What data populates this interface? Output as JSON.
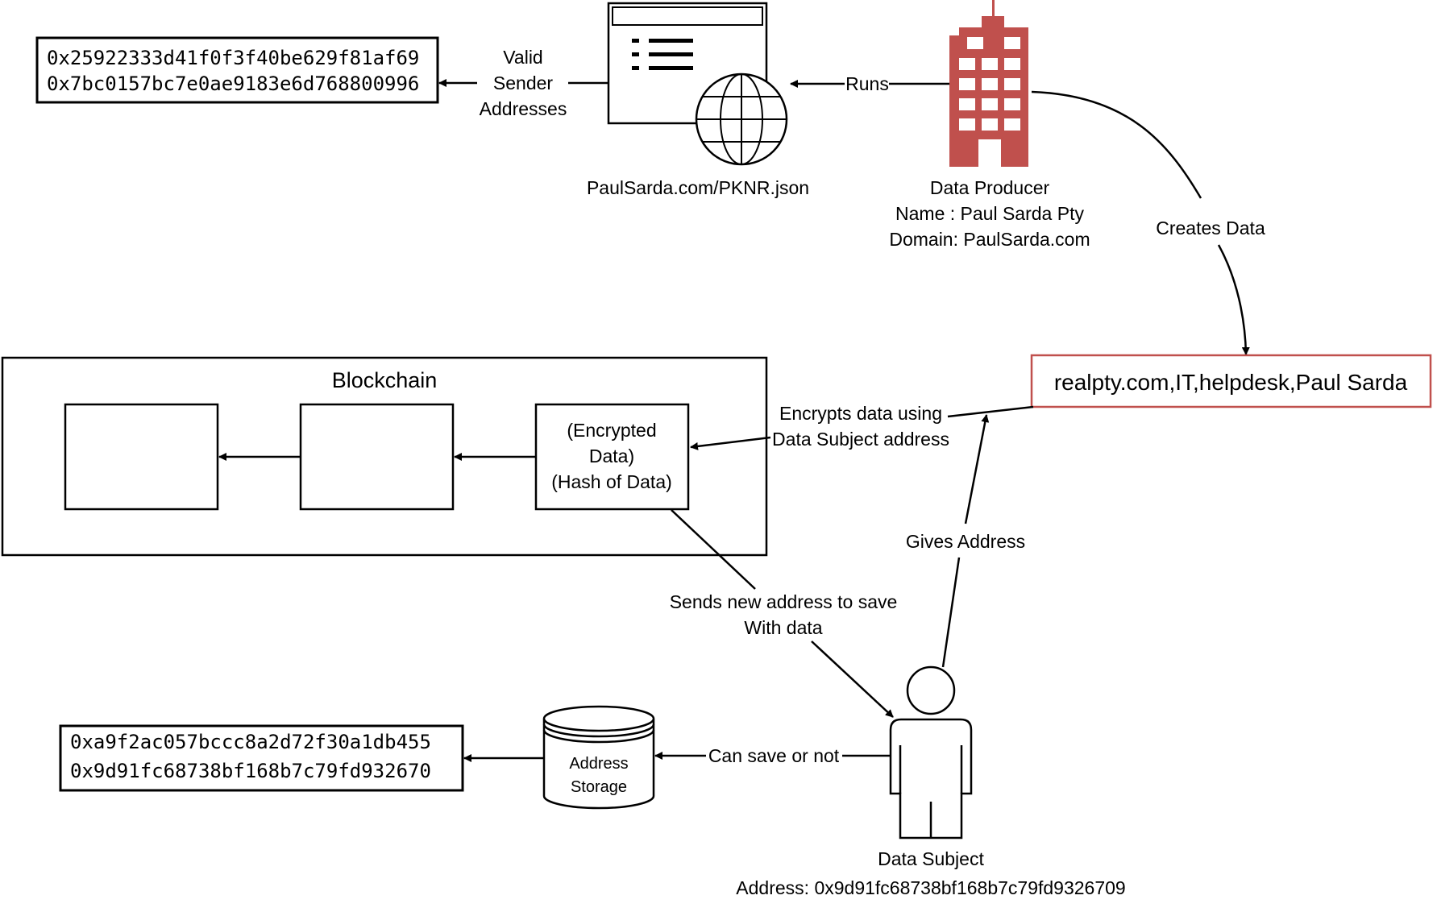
{
  "sender_addresses": [
    "0x25922333d41f0f3f40be629f81af69",
    "0x7bc0157bc7e0ae9183e6d768800996"
  ],
  "edge_valid_sender": [
    "Valid",
    "Sender",
    "Addresses"
  ],
  "webpage_caption": "PaulSarda.com/PKNR.json",
  "edge_runs": "Runs",
  "producer": {
    "title": "Data Producer",
    "name_line": "Name : Paul Sarda Pty",
    "domain_line": "Domain: PaulSarda.com"
  },
  "edge_creates_data": "Creates Data",
  "data_record": "realpty.com,IT,helpdesk,Paul Sarda",
  "blockchain": {
    "title": "Blockchain",
    "block_lines": [
      "(Encrypted",
      "Data)",
      "(Hash of Data)"
    ]
  },
  "edge_encrypts": [
    "Encrypts data using",
    "Data Subject address"
  ],
  "edge_gives_address": "Gives Address",
  "edge_sends_address": [
    "Sends new address to save",
    "With data"
  ],
  "subject": {
    "title": "Data Subject",
    "address_line": "Address: 0x9d91fc68738bf168b7c79fd9326709"
  },
  "edge_can_save": "Can save or not",
  "storage_label": [
    "Address",
    "Storage"
  ],
  "stored_addresses": [
    "0xa9f2ac057bccc8a2d72f30a1db455",
    "0x9d91fc68738bf168b7c79fd932670"
  ],
  "colors": {
    "building": "#c0504d",
    "record_border": "#c0504d",
    "line": "#000000"
  },
  "icons": [
    "webpage-icon",
    "globe-icon",
    "building-icon",
    "person-icon",
    "database-icon"
  ]
}
